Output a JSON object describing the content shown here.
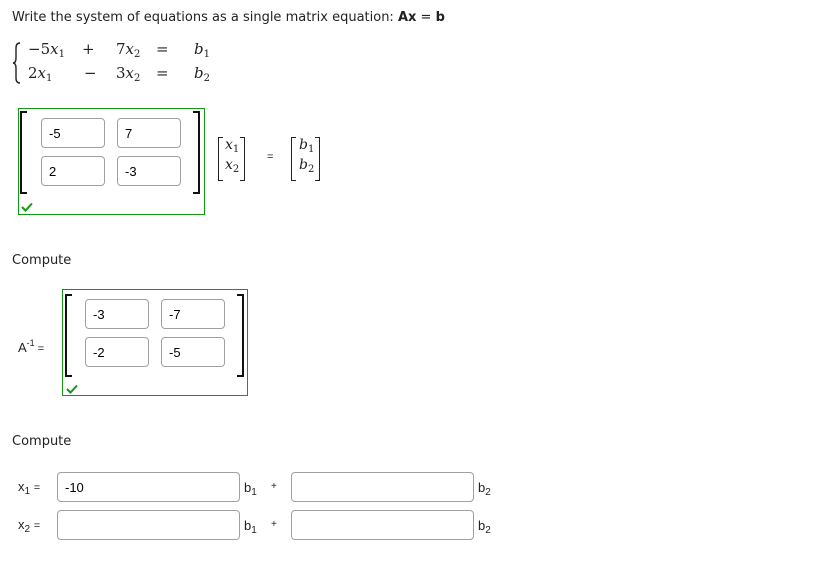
{
  "prompt": {
    "text": "Write the system of equations as a single matrix equation: ",
    "bold_A": "Ax",
    "equals": " = ",
    "bold_b": "b"
  },
  "system": {
    "rows": [
      {
        "term1_coef": "−5",
        "term1_var": "x",
        "term1_sub": "1",
        "op": "+",
        "term2_coef": "7",
        "term2_var": "x",
        "term2_sub": "2",
        "eq": "=",
        "rhs_var": "b",
        "rhs_sub": "1"
      },
      {
        "term1_coef": "2",
        "term1_var": "x",
        "term1_sub": "1",
        "op": "−",
        "term2_coef": "3",
        "term2_var": "x",
        "term2_sub": "2",
        "eq": "=",
        "rhs_var": "b",
        "rhs_sub": "2"
      }
    ]
  },
  "matrix_A": {
    "cells": [
      "-5",
      "7",
      "2",
      "-3"
    ],
    "status": "correct",
    "check_color": "#119911"
  },
  "vector_x": {
    "items": [
      {
        "var": "x",
        "sub": "1"
      },
      {
        "var": "x",
        "sub": "2"
      }
    ]
  },
  "vector_equals": "=",
  "vector_b": {
    "items": [
      {
        "var": "b",
        "sub": "1"
      },
      {
        "var": "b",
        "sub": "2"
      }
    ]
  },
  "compute_1": {
    "heading": "Compute",
    "label_main": "A",
    "label_sup": "-1",
    "label_eq": " =",
    "cells": [
      "-3",
      "-7",
      "-2",
      "-5"
    ],
    "status": "correct"
  },
  "compute_2": {
    "heading": "Compute",
    "rows": [
      {
        "lhs_var": "x",
        "lhs_sub": "1",
        "eq": "=",
        "coef1_value": "-10",
        "b1_var": "b",
        "b1_sub": "1",
        "plus": "+",
        "coef2_value": "",
        "b2_var": "b",
        "b2_sub": "2"
      },
      {
        "lhs_var": "x",
        "lhs_sub": "2",
        "eq": "=",
        "coef1_value": "",
        "b1_var": "b",
        "b1_sub": "1",
        "plus": "+",
        "coef2_value": "",
        "b2_var": "b",
        "b2_sub": "2"
      }
    ]
  }
}
